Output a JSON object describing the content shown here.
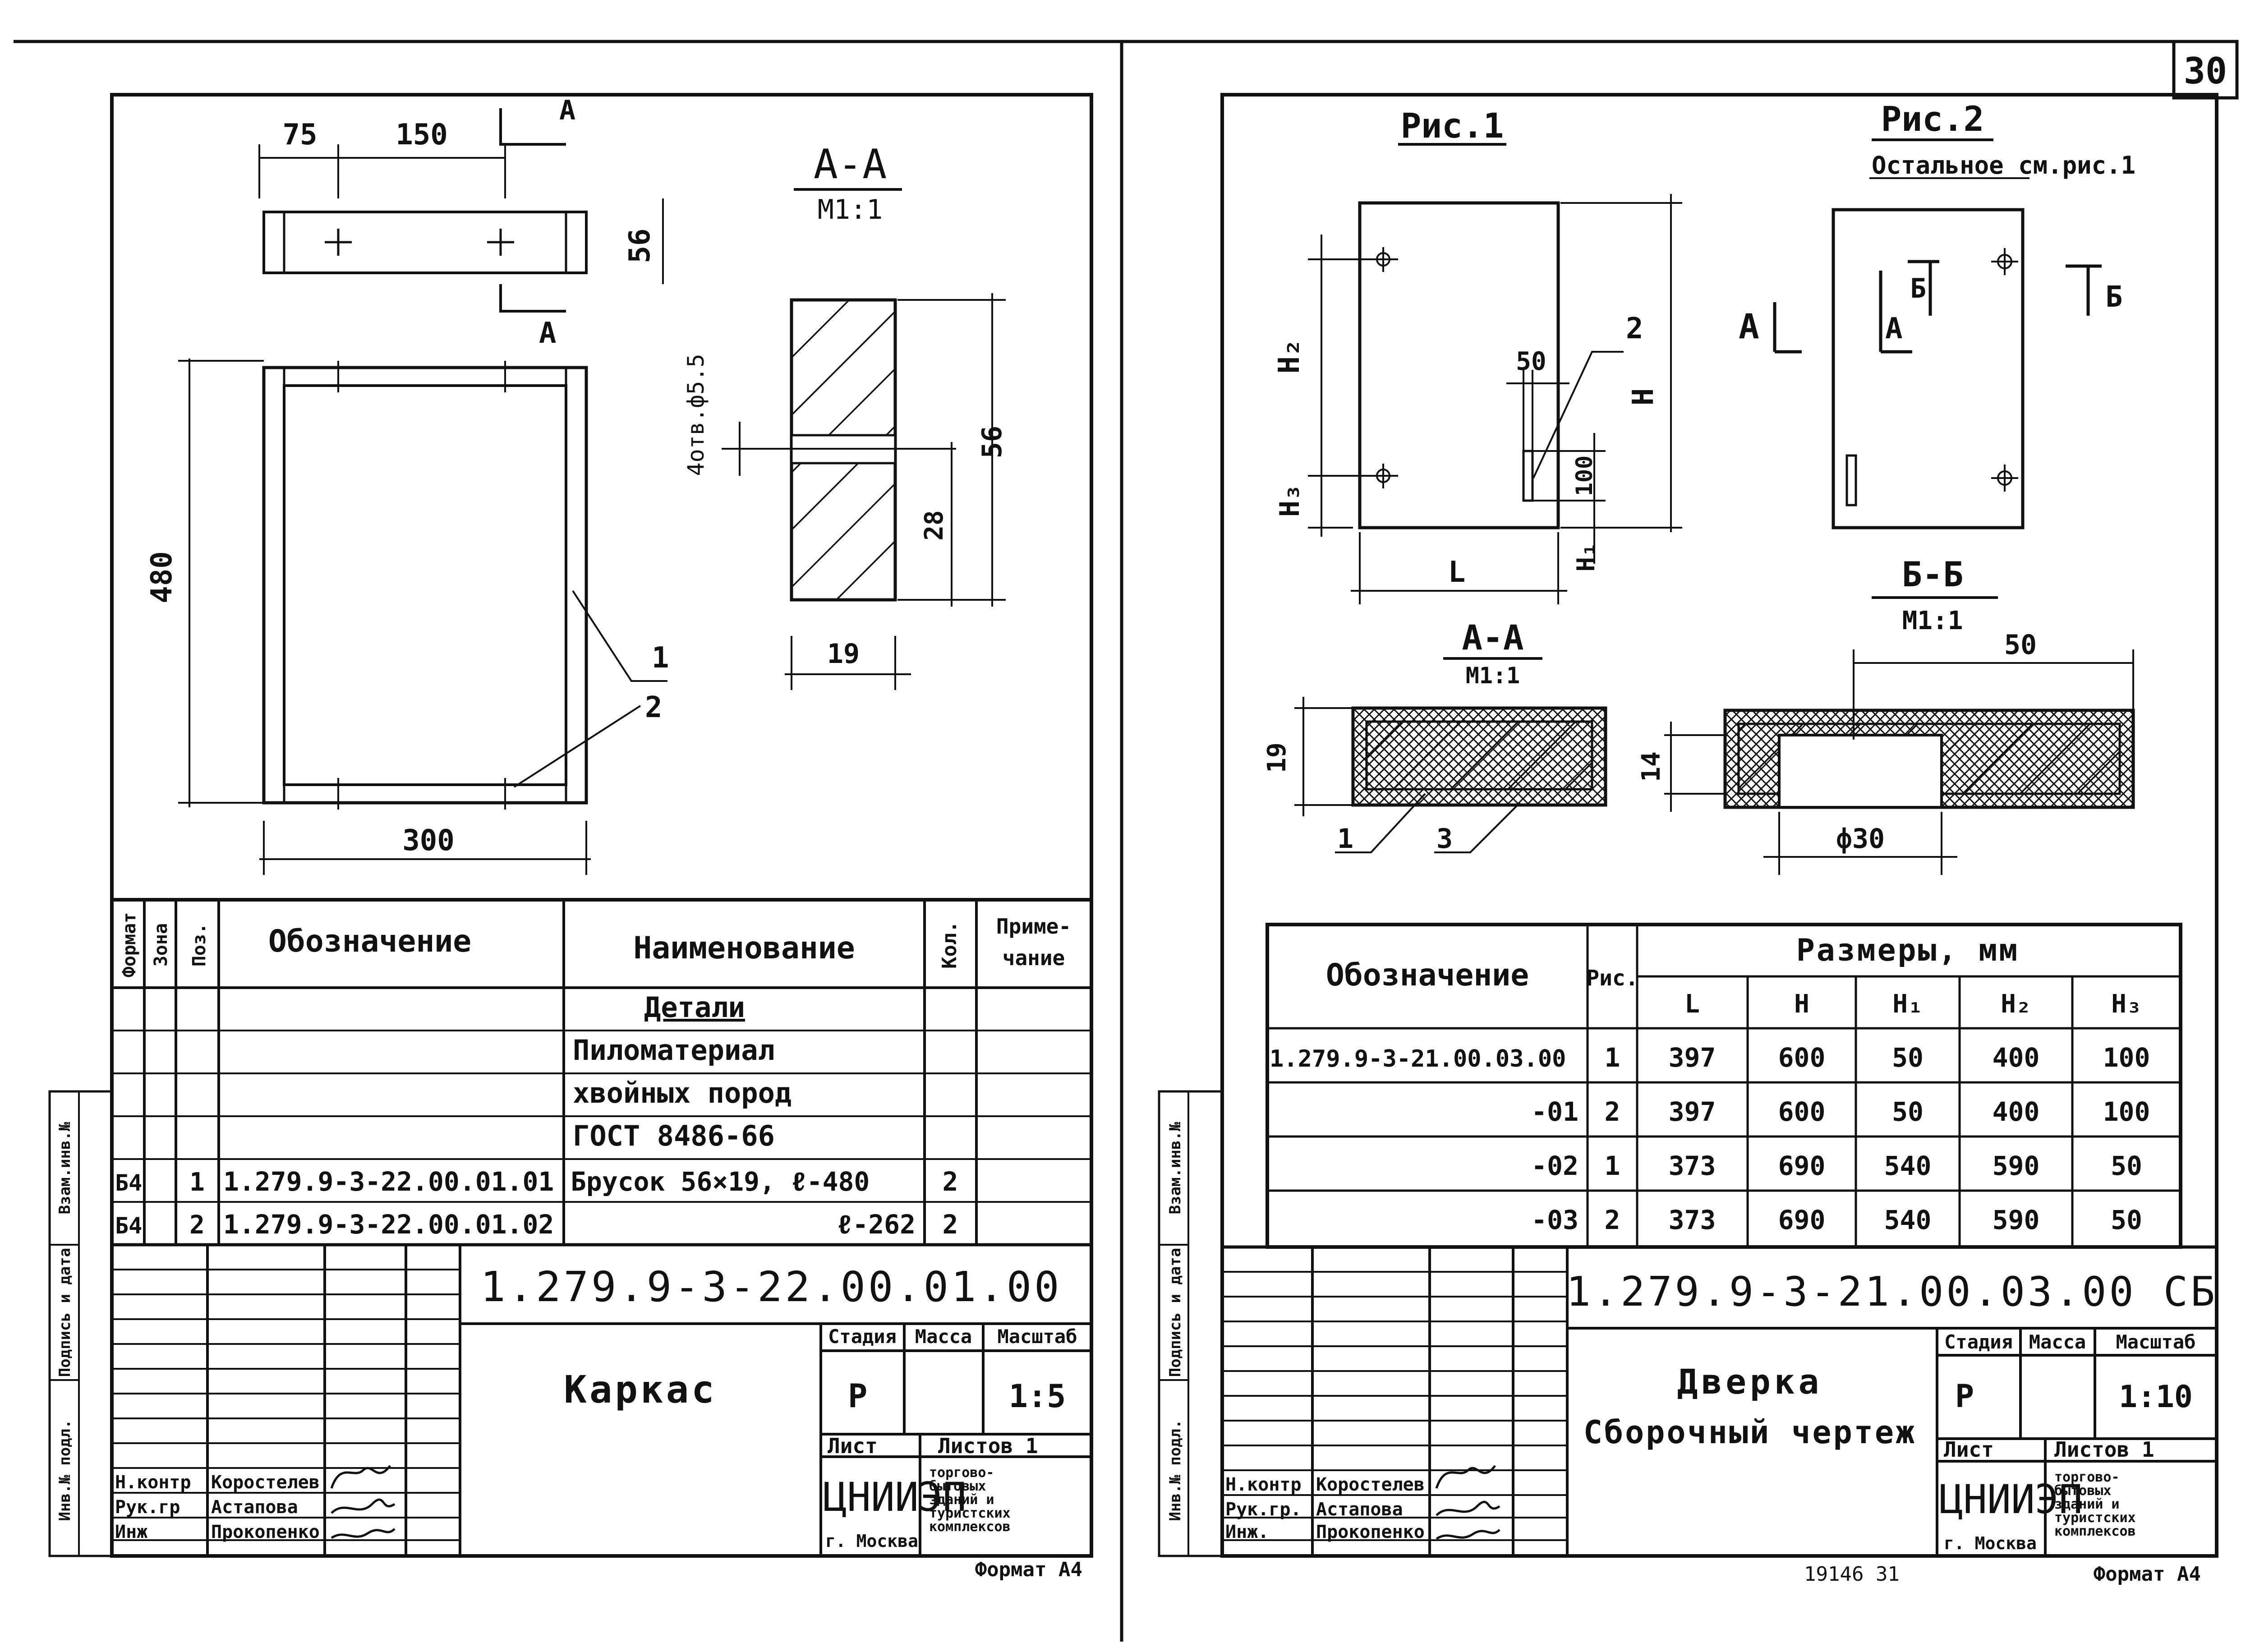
{
  "page_number": "30",
  "left_sheet": {
    "plan_dims": [
      "75",
      "150",
      "56"
    ],
    "section_mark": "A",
    "elevation_dims": {
      "height": "480",
      "width": "300"
    },
    "section_title": "A-A",
    "section_scale": "M1:1",
    "section_dims": {
      "height": "56",
      "half": "28",
      "width": "19",
      "hole": "4отв.ф5.5"
    },
    "callouts": [
      "1",
      "2"
    ],
    "spec_headers": {
      "format": "Формат",
      "zone": "Зона",
      "pos": "Поз.",
      "designation": "Обозначение",
      "name": "Наименование",
      "qty": "Кол.",
      "note": "Приме-чание"
    },
    "spec_rows": [
      {
        "format": "",
        "pos": "",
        "designation": "",
        "name": "Детали",
        "qty": ""
      },
      {
        "format": "",
        "pos": "",
        "designation": "",
        "name": "Пиломатериал",
        "qty": ""
      },
      {
        "format": "",
        "pos": "",
        "designation": "",
        "name": "хвойных пород",
        "qty": ""
      },
      {
        "format": "",
        "pos": "",
        "designation": "",
        "name": "ГОСТ 8486-66",
        "qty": ""
      },
      {
        "format": "Б4",
        "pos": "1",
        "designation": "1.279.9-3-22.00.01.01",
        "name": "Брусок 56×19, ℓ-480",
        "qty": "2"
      },
      {
        "format": "Б4",
        "pos": "2",
        "designation": "1.279.9-3-22.00.01.02",
        "name": "ℓ-262",
        "qty": "2"
      }
    ],
    "doc_code": "1.279.9-3-22.00.01.00",
    "title": "Каркас",
    "stage_label": "Стадия",
    "mass_label": "Масса",
    "scale_label": "Масштаб",
    "stage": "Р",
    "scale": "1:5",
    "sheet_label": "Лист",
    "sheets_label": "Листов 1",
    "org": "ЦНИИЭП",
    "org_desc": [
      "торгово-",
      "бытовых",
      "зданий и",
      "туристских",
      "комплексов"
    ],
    "city": "г. Москва",
    "signers": [
      {
        "role": "Н.контр",
        "name": "Коростелев"
      },
      {
        "role": "Рук.гр",
        "name": "Астапова"
      },
      {
        "role": "Инж",
        "name": "Прокопенко"
      }
    ],
    "format": "Формат А4"
  },
  "side_stamp": [
    "Инв.№ подл.",
    "Подпись и дата",
    "Взам.инв.№"
  ],
  "right_sheet": {
    "fig1_title": "Рис.1",
    "fig2_title": "Рис.2",
    "fig2_note": "Остальное см.рис.1",
    "fig_labels": {
      "H2": "H₂",
      "H3": "H₃",
      "H": "H",
      "H1": "H₁",
      "L": "L",
      "d50": "50",
      "d100": "100",
      "callout2": "2",
      "markA": "A",
      "markB": "Б"
    },
    "sectionAA": {
      "title": "A-A",
      "scale": "M1:1",
      "dim": "19",
      "callouts": [
        "1",
        "3"
      ]
    },
    "sectionBB": {
      "title": "Б-Б",
      "scale": "M1:1",
      "dim_w": "50",
      "dim_h": "14",
      "dim_d": "ф30"
    },
    "table_headers": {
      "designation": "Обозначение",
      "fig": "Рис.",
      "sizes": "Размеры, мм",
      "cols": [
        "L",
        "H",
        "H₁",
        "H₂",
        "H₃"
      ]
    },
    "table_rows": [
      {
        "designation": "1.279.9-3-21.00.03.00",
        "fig": "1",
        "vals": [
          "397",
          "600",
          "50",
          "400",
          "100"
        ]
      },
      {
        "designation": "-01",
        "fig": "2",
        "vals": [
          "397",
          "600",
          "50",
          "400",
          "100"
        ]
      },
      {
        "designation": "-02",
        "fig": "1",
        "vals": [
          "373",
          "690",
          "540",
          "590",
          "50"
        ]
      },
      {
        "designation": "-03",
        "fig": "2",
        "vals": [
          "373",
          "690",
          "540",
          "590",
          "50"
        ]
      }
    ],
    "doc_code": "1.279.9-3-21.00.03.00 СБ",
    "title1": "Дверка",
    "title2": "Сборочный чертеж",
    "stage_label": "Стадия",
    "mass_label": "Масса",
    "scale_label": "Масштаб",
    "stage": "Р",
    "scale": "1:10",
    "sheet_label": "Лист",
    "sheets_label": "Листов 1",
    "org": "ЦНИИЭП",
    "org_desc": [
      "торгово-",
      "бытовых",
      "зданий и",
      "туристских",
      "комплексов"
    ],
    "city": "г. Москва",
    "signers": [
      {
        "role": "Н.контр",
        "name": "Коростелев"
      },
      {
        "role": "Рук.гр.",
        "name": "Астапова"
      },
      {
        "role": "Инж.",
        "name": "Прокопенко"
      }
    ],
    "format": "Формат А4",
    "footer_number": "19146 31"
  }
}
